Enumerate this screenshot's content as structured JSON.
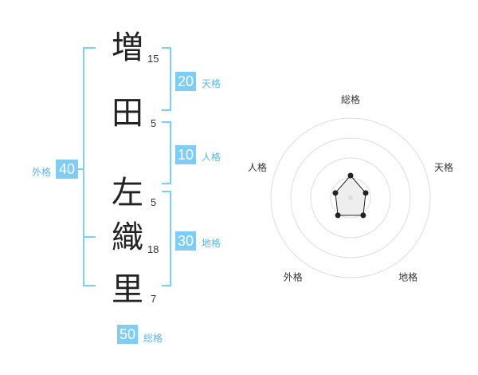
{
  "name": {
    "chars": [
      "増",
      "田",
      "左",
      "織",
      "里"
    ],
    "strokes": [
      "15",
      "5",
      "5",
      "18",
      "7"
    ]
  },
  "grades": {
    "tenkaku": {
      "value": "20",
      "label": "天格"
    },
    "jinkaku": {
      "value": "10",
      "label": "人格"
    },
    "chikaku": {
      "value": "30",
      "label": "地格"
    },
    "gaikaku": {
      "value": "40",
      "label": "外格"
    },
    "soukaku": {
      "value": "50",
      "label": "総格"
    }
  },
  "radar": {
    "axes": [
      "総格",
      "天格",
      "地格",
      "外格",
      "人格"
    ],
    "values": [
      0.28,
      0.2,
      0.27,
      0.27,
      0.2
    ],
    "line_color": "#222222",
    "fill_color": "#eeeeee",
    "ring_color": "#dddddd"
  },
  "colors": {
    "accent": "#7fcdf5",
    "bracket": "#7fcdf5"
  }
}
